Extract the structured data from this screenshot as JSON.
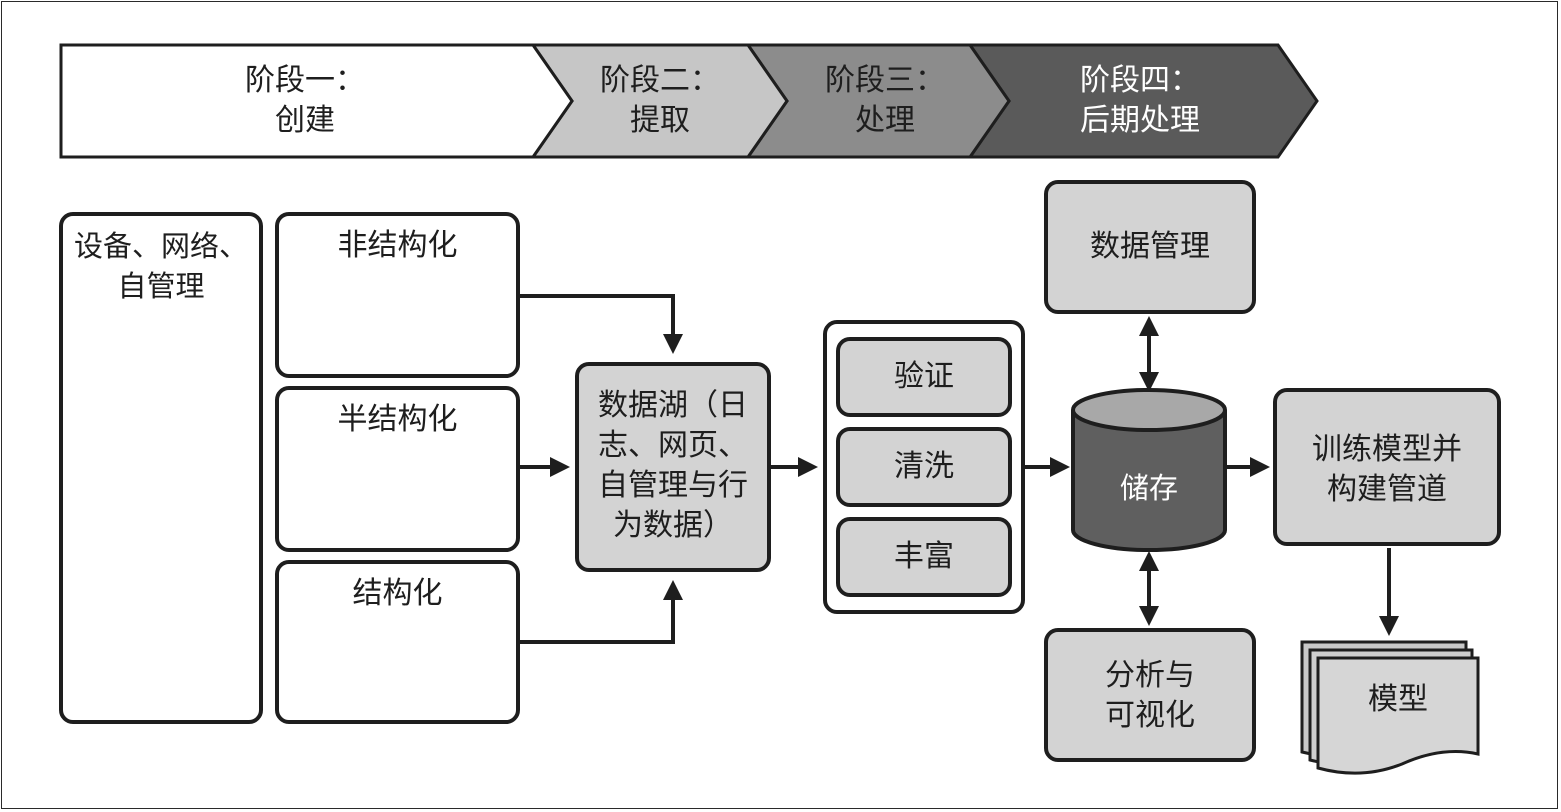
{
  "stages": [
    {
      "line1": "阶段一：",
      "line2": "创建"
    },
    {
      "line1": "阶段二：",
      "line2": "提取"
    },
    {
      "line1": "阶段三：",
      "line2": "处理"
    },
    {
      "line1": "阶段四：",
      "line2": "后期处理"
    }
  ],
  "sources": {
    "line1": "设备、网络、",
    "line2": "自管理",
    "icons": [
      "computer-phone-icon",
      "globe-icon",
      "people-icon"
    ]
  },
  "data_types": [
    {
      "label": "非结构化",
      "icon": "unstructured-file-icon"
    },
    {
      "label": "半结构化",
      "icon": "document-lines-icon"
    },
    {
      "label": "结构化",
      "icon": "structured-file-icon"
    }
  ],
  "data_lake": {
    "line1": "数据湖（日",
    "line2": "志、网页、",
    "line3": "自管理与行",
    "line4": "为数据）"
  },
  "processing": [
    "验证",
    "清洗",
    "丰富"
  ],
  "storage": "储存",
  "data_management": "数据管理",
  "analysis": {
    "line1": "分析与",
    "line2": "可视化"
  },
  "training": {
    "line1": "训练模型并",
    "line2": "构建管道"
  },
  "model": "模型",
  "colors": {
    "stage1": "#ffffff",
    "stage2": "#c6c6c6",
    "stage3": "#8c8c8c",
    "stage4": "#5a5a5a",
    "box": "#d3d3d3",
    "cylinder": "#5f5f5f",
    "outline": "#1e1e1e"
  }
}
